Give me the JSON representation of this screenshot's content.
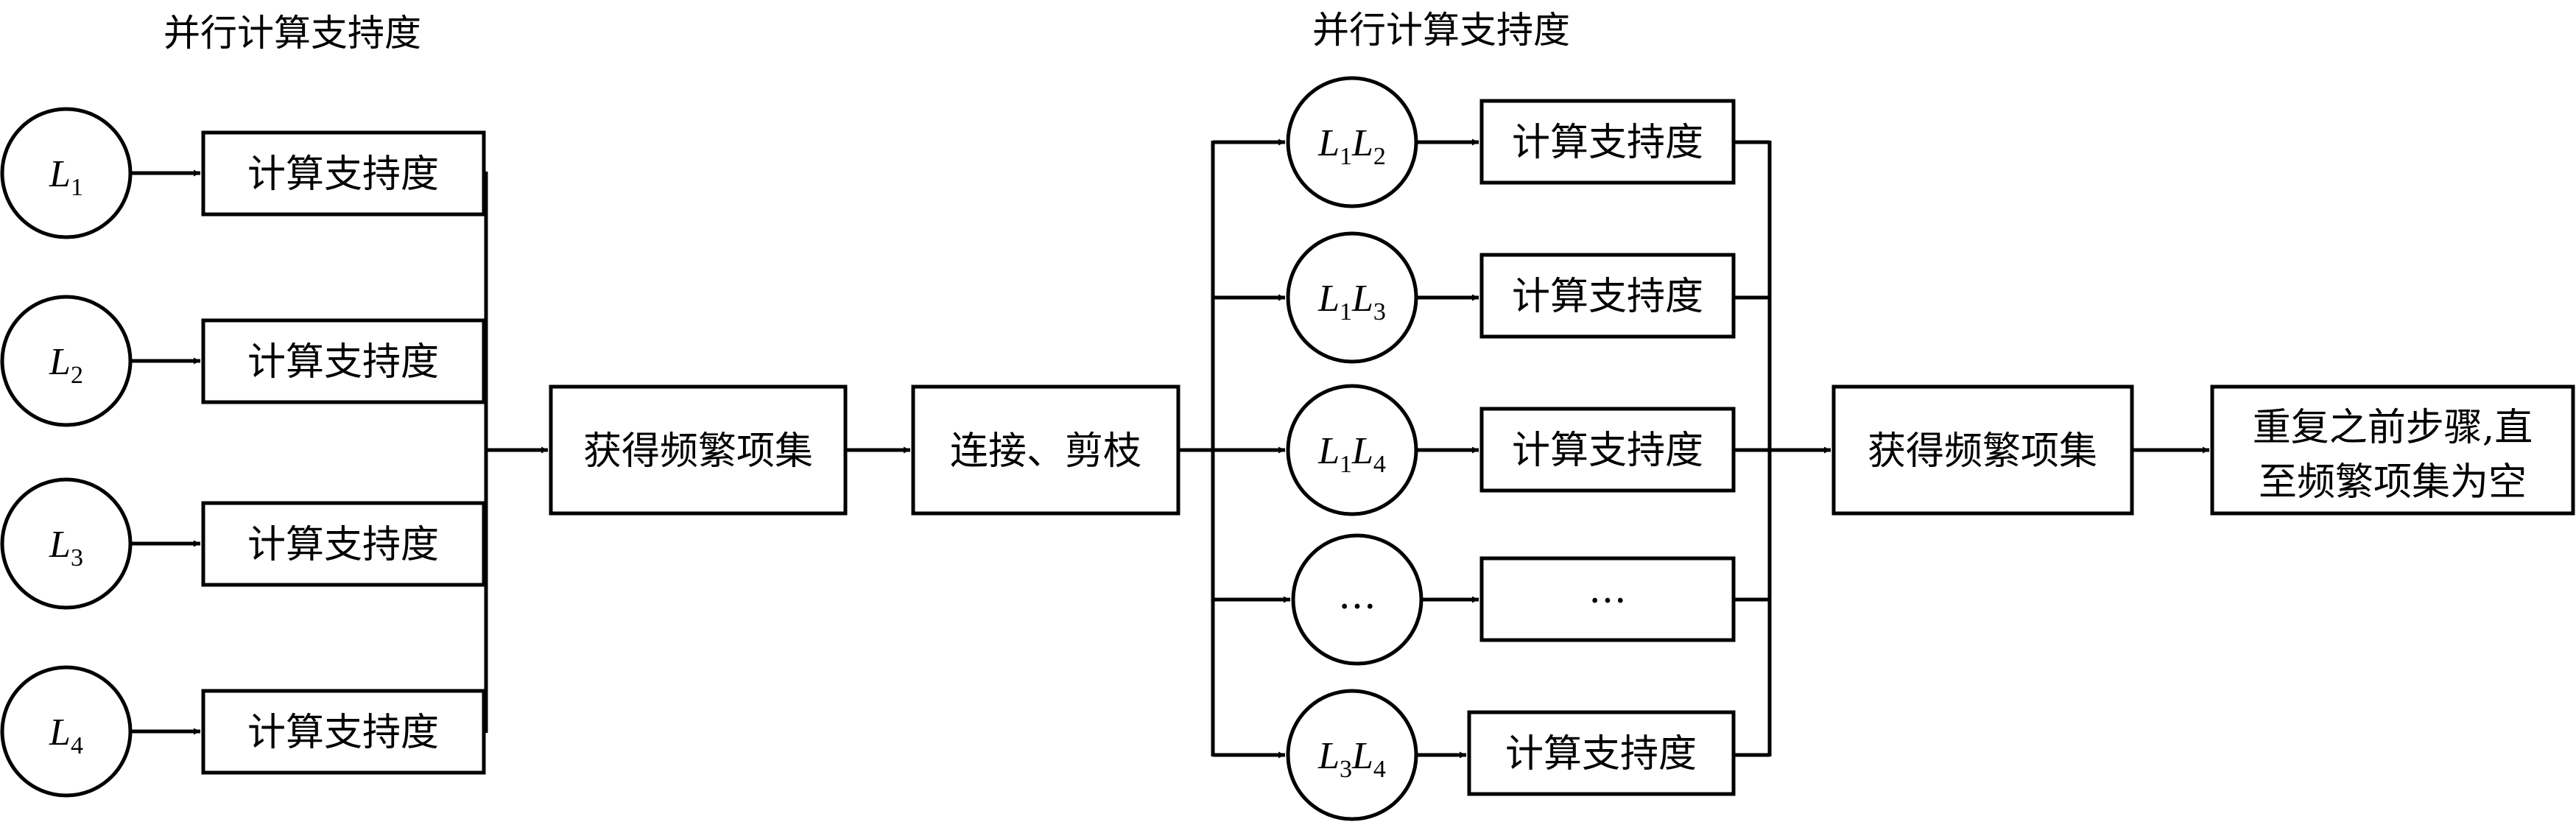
{
  "headers": {
    "left": "并行计算支持度",
    "right": "并行计算支持度"
  },
  "stage1": {
    "nodes": [
      {
        "base": "L",
        "sub": "1"
      },
      {
        "base": "L",
        "sub": "2"
      },
      {
        "base": "L",
        "sub": "3"
      },
      {
        "base": "L",
        "sub": "4"
      }
    ],
    "box_label": "计算支持度"
  },
  "middle": {
    "frequent_label": "获得频繁项集",
    "join_prune_label": "连接、剪枝"
  },
  "stage2": {
    "nodes": [
      {
        "parts": [
          {
            "base": "L",
            "sub": "1"
          },
          {
            "base": "L",
            "sub": "2"
          }
        ]
      },
      {
        "parts": [
          {
            "base": "L",
            "sub": "1"
          },
          {
            "base": "L",
            "sub": "3"
          }
        ]
      },
      {
        "parts": [
          {
            "base": "L",
            "sub": "1"
          },
          {
            "base": "L",
            "sub": "4"
          }
        ]
      },
      {
        "ellipsis": "…"
      },
      {
        "parts": [
          {
            "base": "L",
            "sub": "3"
          },
          {
            "base": "L",
            "sub": "4"
          }
        ]
      }
    ],
    "box_label": "计算支持度",
    "ellipsis": "…"
  },
  "final": {
    "frequent_label": "获得频繁项集",
    "repeat_line1": "重复之前步骤,直",
    "repeat_line2": "至频繁项集为空"
  }
}
